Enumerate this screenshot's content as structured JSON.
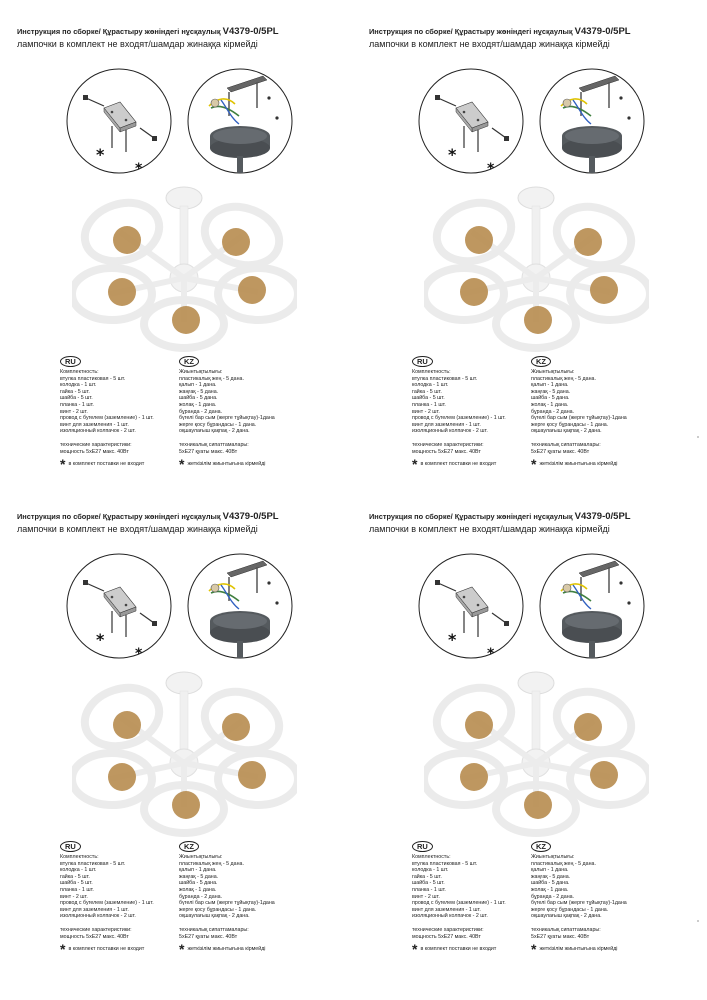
{
  "header": {
    "title_prefix": "Инструкция по сборке/ Құрастыру жөніндегі нұсқаулық ",
    "model": "V4379-0/5PL",
    "subtitle": "лампочки в комплект не входят/шамдар жинаққа кірмейді"
  },
  "ru": {
    "badge": "RU",
    "lines": [
      "Комплектность:",
      "втулка пластиковая - 5 шт.",
      "колодка - 1 шт.",
      "гайка - 5 шт.",
      "шайба - 5 шт.",
      "планка - 1 шт.",
      "винт - 2 шт.",
      "провод с бугелем (заземление) - 1 шт.",
      "винт для заземления - 1 шт.",
      "изоляционный колпачок - 2 шт."
    ],
    "tech_lines": [
      "технические характеристики:",
      "мощность 5хЕ27 макс. 40Вт"
    ],
    "note": "в комплект поставки не входит"
  },
  "kz": {
    "badge": "KZ",
    "lines": [
      "Жиынтықтылығы:",
      "пластикалық жең - 5 дана.",
      "қалып - 1 дана.",
      "жаңғақ - 5 дана.",
      "шайба - 5 дана.",
      "жолақ - 1 дана.",
      "бұранда - 2 дана.",
      "бүгелі бар сым (жерге тұйықтау)-1дана",
      "жерге қосу бұрандасы - 1 дана.",
      "оқшаулағыш қақпақ - 2 дана."
    ],
    "tech_lines": [
      "техникалық сипаттамалары:",
      "5хЕ27 қуаты макс. 40Вт"
    ],
    "note": "жеткізілім жиынтығына кірмейді"
  },
  "icons": [
    "asterisk-icon",
    "mounting-plate-icon",
    "ceiling-cup-icon",
    "chandelier-image"
  ],
  "colors": {
    "frame": "#ededed",
    "bulb": "#b98e52",
    "cup": "#555a5e"
  }
}
